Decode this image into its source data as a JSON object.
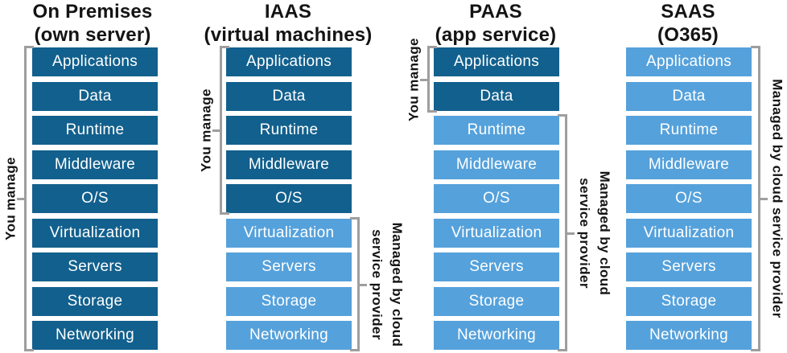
{
  "layers": [
    "Applications",
    "Data",
    "Runtime",
    "Middleware",
    "O/S",
    "Virtualization",
    "Servers",
    "Storage",
    "Networking"
  ],
  "columns": [
    {
      "id": "on-premises",
      "title_lines": [
        "On Premises",
        "(own server)"
      ],
      "you_manage_layers": 9,
      "left_label": "You manage",
      "right_label_lines": []
    },
    {
      "id": "iaas",
      "title_lines": [
        "IAAS",
        "(virtual machines)"
      ],
      "you_manage_layers": 5,
      "left_label": "You manage",
      "right_label_lines": [
        "Managed by cloud",
        "service provider"
      ]
    },
    {
      "id": "paas",
      "title_lines": [
        "PAAS",
        "(app service)"
      ],
      "you_manage_layers": 2,
      "left_label": "You manage",
      "right_label_lines": [
        "Managed by cloud",
        "service provider"
      ]
    },
    {
      "id": "saas",
      "title_lines": [
        "SAAS",
        "(O365)"
      ],
      "you_manage_layers": 0,
      "left_label": null,
      "right_label_lines": [
        "Managed by cloud service provider"
      ]
    }
  ],
  "colors": {
    "you_manage_box": "#12608D",
    "provider_box": "#55A1DB",
    "box_text": "#FFFFFF",
    "heading_text": "#141414",
    "bracket": "#9E9E9E",
    "background": "#FFFFFF"
  }
}
